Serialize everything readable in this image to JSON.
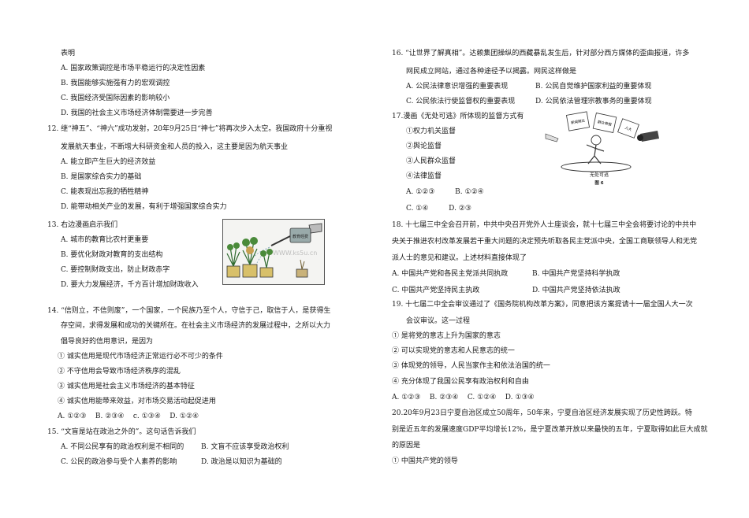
{
  "left": {
    "q11_tail": "表明",
    "q11_options": [
      "A. 国家政策调控是市场平稳运行的决定性因素",
      "B. 我国能够实施强有力的宏观调控",
      "C. 我国经济受国际因素的影响较小",
      "D. 我国的社会主义市场经济体制需要进一步完善"
    ],
    "q12_line1": "12. 继“神五”、“神六”成功发射，20年9月25日“神七”将再次步入太空。我国政府十分重视",
    "q12_line2": "发展航天事业，不断增大科研资金和人员的投入，这主要是因为航天事业",
    "q12_options": [
      "A. 能立即产生巨大的经济效益",
      "B. 是国家综合实力的基础",
      "C. 能表现出忘我的牺牲精神",
      "D. 能带动相关产业的发展，有利于增强国家综合实力"
    ],
    "q13_stem": "13. 右边漫画启示我们",
    "q13_options": [
      "A. 城市的教育比农村更重要",
      "B. 要优化财政对教育的支出结构",
      "C. 要控制财政支出，防止财政赤字",
      "D. 要大力发展经济，千方百计增加财政收入"
    ],
    "q14_line1": "14. “信则立，不信则废”，一个国家，一个民族乃至个人，守信于己，取信于人，是获得生",
    "q14_line2": "存空间，求得发展和成功的关键所在。在社会主义市场经济的发展过程中，之所以大力",
    "q14_line3": "倡导良好的信用意识，是因为",
    "q14_items": [
      "① 诚实信用是现代市场经济正常运行必不可少的条件",
      "② 不守信用会导致市场经济秩序的混乱",
      "③ 诚实信用是社会主义市场经济的基本特征",
      "④ 诚实信用能带来效益，对市场交易活动起促进用"
    ],
    "q14_options": "A. ①②③    B. ②③④    c. ①③④    D. ①②④",
    "q15_stem": "15. “文盲是站在政治之外的”。这句话告诉我们",
    "q15_options": [
      "A. 不同公民享有的政治权利是不相同的",
      "B. 文盲不应该享受政治权利",
      "C. 公民的政治参与受个人素养的影响",
      "D. 政治是以知识为基础的"
    ]
  },
  "right": {
    "q16_line1": "16. “让世界了解真相”。达赖集团操纵的西藏暴乱发生后，针对部分西方媒体的歪曲报道，许多",
    "q16_line2": "网民成立网站，通过各种途径予以揭露。网民这样做是",
    "q16_options": [
      "A. 公民法律意识增强的重要表现",
      "B. 公民自觉维护国家利益的重要体现",
      "C. 公民依法行使监督权的重要表现",
      "D. 公民依法管理宗教事务的重要体现"
    ],
    "q17_stem": "17.漫画《无处可逃》所体现的监督方式有",
    "q17_items": [
      "①权力机关监督",
      "②舆论监督",
      "③人民群众监督",
      "④法律监督"
    ],
    "q17_opt_row1": "A. ①②③         B. ①②④",
    "q17_opt_row2": "C. ①④         D. ②③",
    "q17_caption": "无处可逃",
    "q17_fig_label": "图 6",
    "q18_line1": "18. 十七届三中全会召开前，中共中央召开党外人士座谈会，就十七届三中全会将要讨论的中共中",
    "q18_line2": "央关于推进农村改革发展若干重大问题的决定预先听取各民主党派中央，全国工商联领导人和无党",
    "q18_line3": "派人士的意见和建议。上述材料直接体现了",
    "q18_options": [
      "A. 中国共产党和各民主党派共同执政",
      "B. 中国共产党坚持科学执政",
      "C. 中国共产党坚持民主执政",
      "D. 中国共产党坚持依法执政"
    ],
    "q19_line1": "19. 十七届二中全会审议通过了《国务院机构改革方案》，同意把该方案提请十一届全国人大一次",
    "q19_line2": "会议审议。这一过程",
    "q19_items": [
      "①  是将党的意志上升为国家的意志",
      "② 可以实现党的意志和人民意志的统一",
      "③ 体现党的领导，人民当家作主和依法治国的统一",
      "④ 充分体现了我国公民享有政治权利和自由"
    ],
    "q19_options": "A. ①②③    B. ②③④    C. ①②④    D. ①③④",
    "q20_line1": "20.20年9月23日宁夏自治区成立50周年，50年来，宁夏自治区经济发展实现了历史性跨跃。特",
    "q20_line2": "别是近五年的发展速度GDP平均增长12%，是宁夏改革开放以来最快的五年，宁夏取得如此巨大成就",
    "q20_line3": "的原因是",
    "q20_item1": "① 中国共产党的领导"
  },
  "watermark": "WWW.ks5u.cn",
  "cartoon13": {
    "can_label": "教育经费"
  },
  "cartoon17": {
    "paper_labels": [
      "新闻舆论",
      "群众举报",
      "人大"
    ]
  }
}
